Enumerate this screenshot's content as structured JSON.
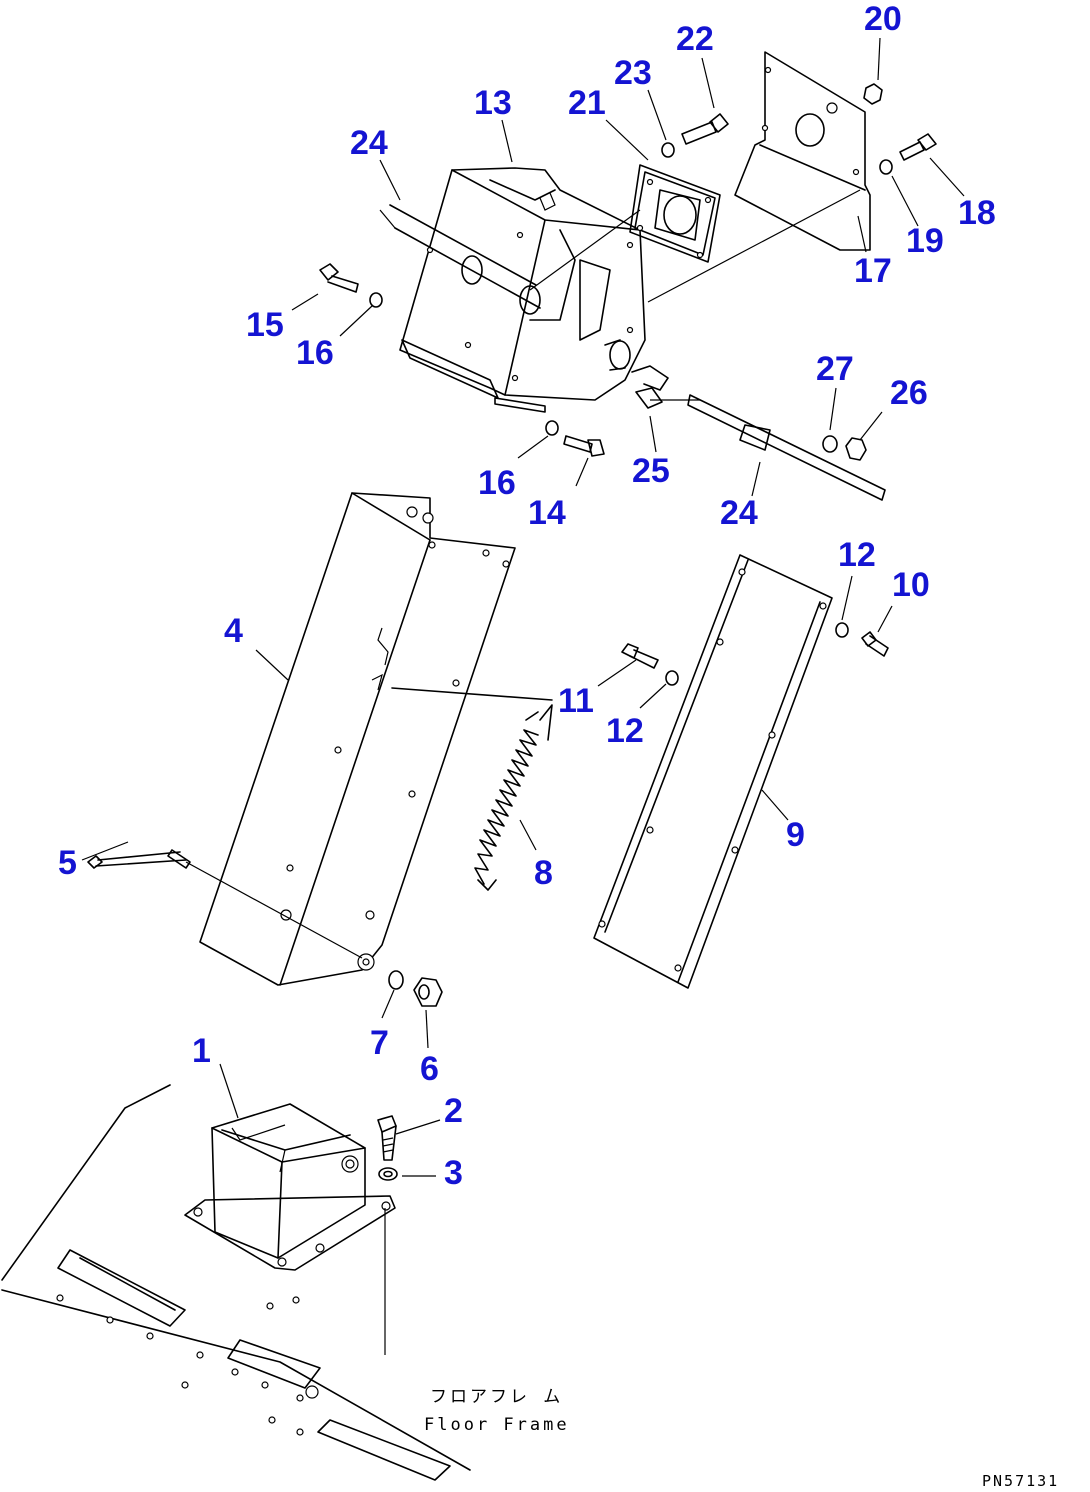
{
  "diagram": {
    "callouts": [
      "1",
      "2",
      "3",
      "4",
      "5",
      "6",
      "7",
      "8",
      "9",
      "10",
      "11",
      "12",
      "12",
      "13",
      "14",
      "15",
      "16",
      "16",
      "17",
      "18",
      "19",
      "20",
      "21",
      "22",
      "23",
      "24",
      "24",
      "25",
      "26",
      "27"
    ],
    "floor_frame_jp": "フロアフレ ム",
    "floor_frame_en": "Floor Frame",
    "drawing_code": "PN57131"
  }
}
